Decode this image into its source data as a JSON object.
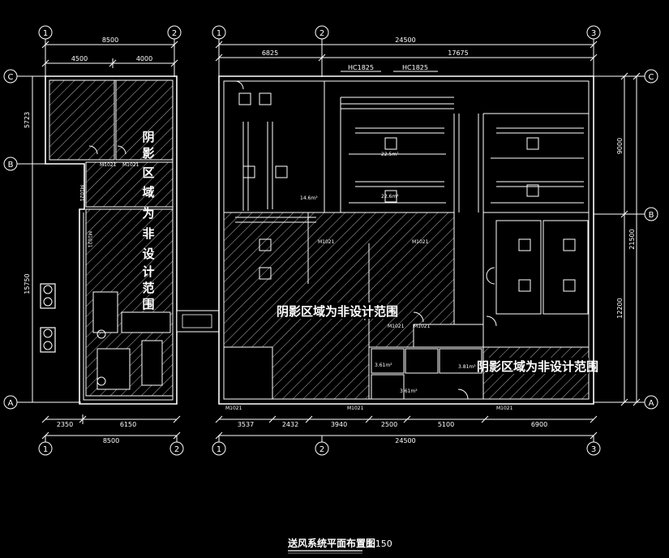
{
  "drawing": {
    "title": "送风系统平面布置图",
    "scale": "1:150",
    "shaded_note": "阴影区域为非设计范围",
    "shaded_note_vertical": [
      "阴",
      "影",
      "区",
      "域",
      "为",
      "非",
      "设",
      "计",
      "范",
      "围"
    ]
  },
  "left_block": {
    "grid_columns": [
      "1",
      "2"
    ],
    "grid_rows": [
      "C",
      "B",
      "A"
    ],
    "top_total": "8500",
    "top_parts": [
      "4500",
      "4000"
    ],
    "bottom_parts": [
      "2350",
      "6150"
    ],
    "bottom_total": "8500",
    "left_dims": [
      "5723",
      "15750"
    ],
    "doors": [
      "M1021",
      "M1021",
      "M1021",
      "M1021"
    ]
  },
  "right_block": {
    "grid_columns": [
      "1",
      "2",
      "3"
    ],
    "grid_rows": [
      "C",
      "B",
      "A"
    ],
    "top_total": "24500",
    "top_parts": [
      "6825",
      "17675"
    ],
    "bottom_parts": [
      "3537",
      "2432",
      "3940",
      "2500",
      "5100",
      "6900"
    ],
    "bottom_total": "24500",
    "right_dims": [
      "9000",
      "12200",
      "21500"
    ],
    "window_labels": [
      "HC1825",
      "HC1825"
    ],
    "doors": [
      "M1021",
      "M1021",
      "M1021",
      "M1021",
      "M1021",
      "M1021",
      "M1021"
    ],
    "areas": [
      "22.5m²",
      "22.6m²",
      "14.6m²",
      "3.81m²",
      "3.61m²",
      "3.61m²"
    ]
  },
  "colors": {
    "background": "#000000",
    "lines": "#ffffff"
  }
}
